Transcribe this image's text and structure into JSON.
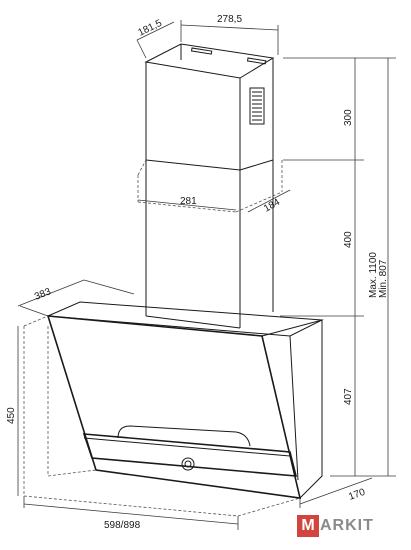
{
  "dimensions": {
    "chimney_depth": "181,5",
    "chimney_width_top": "278,5",
    "upper_chimney_height": "300",
    "lower_chimney_width": "281",
    "lower_chimney_depth": "184",
    "lower_chimney_height": "400",
    "height_range_max": "Max. 1100",
    "height_range_min": "Min. 807",
    "hood_depth": "383",
    "hood_height": "450",
    "body_height": "407",
    "bottom_depth": "170",
    "hood_width": "598/898"
  },
  "brand": {
    "logo_text": "MARKIT",
    "logo_color": "#d2453e"
  }
}
